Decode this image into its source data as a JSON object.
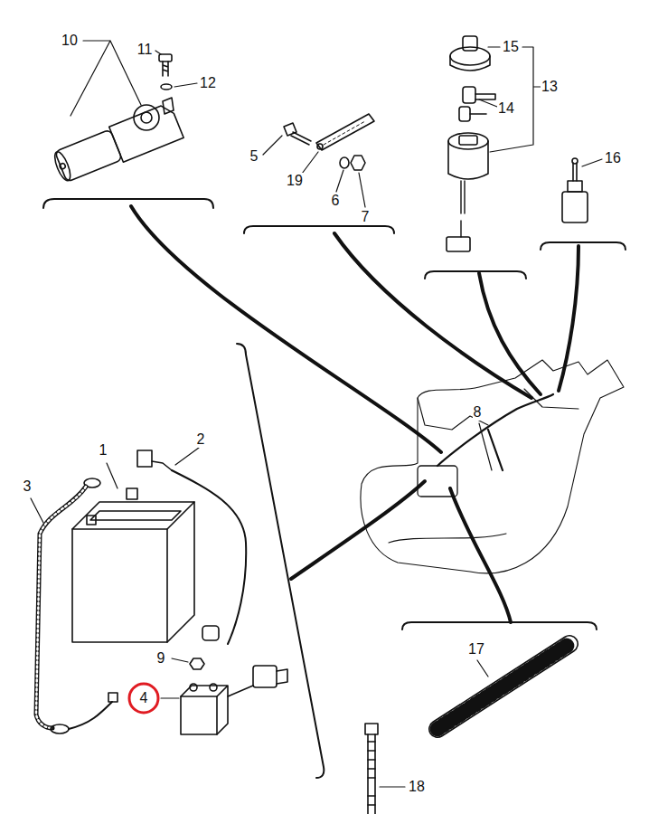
{
  "diagram": {
    "nodes": [
      {
        "text": [
          "4"
        ]
      }
    ],
    "labels": [
      "10",
      "11",
      "12",
      "15",
      "13",
      "14",
      "16",
      "5",
      "19",
      "6",
      "7",
      "8",
      "1",
      "2",
      "3",
      "9",
      "17",
      "18"
    ]
  }
}
